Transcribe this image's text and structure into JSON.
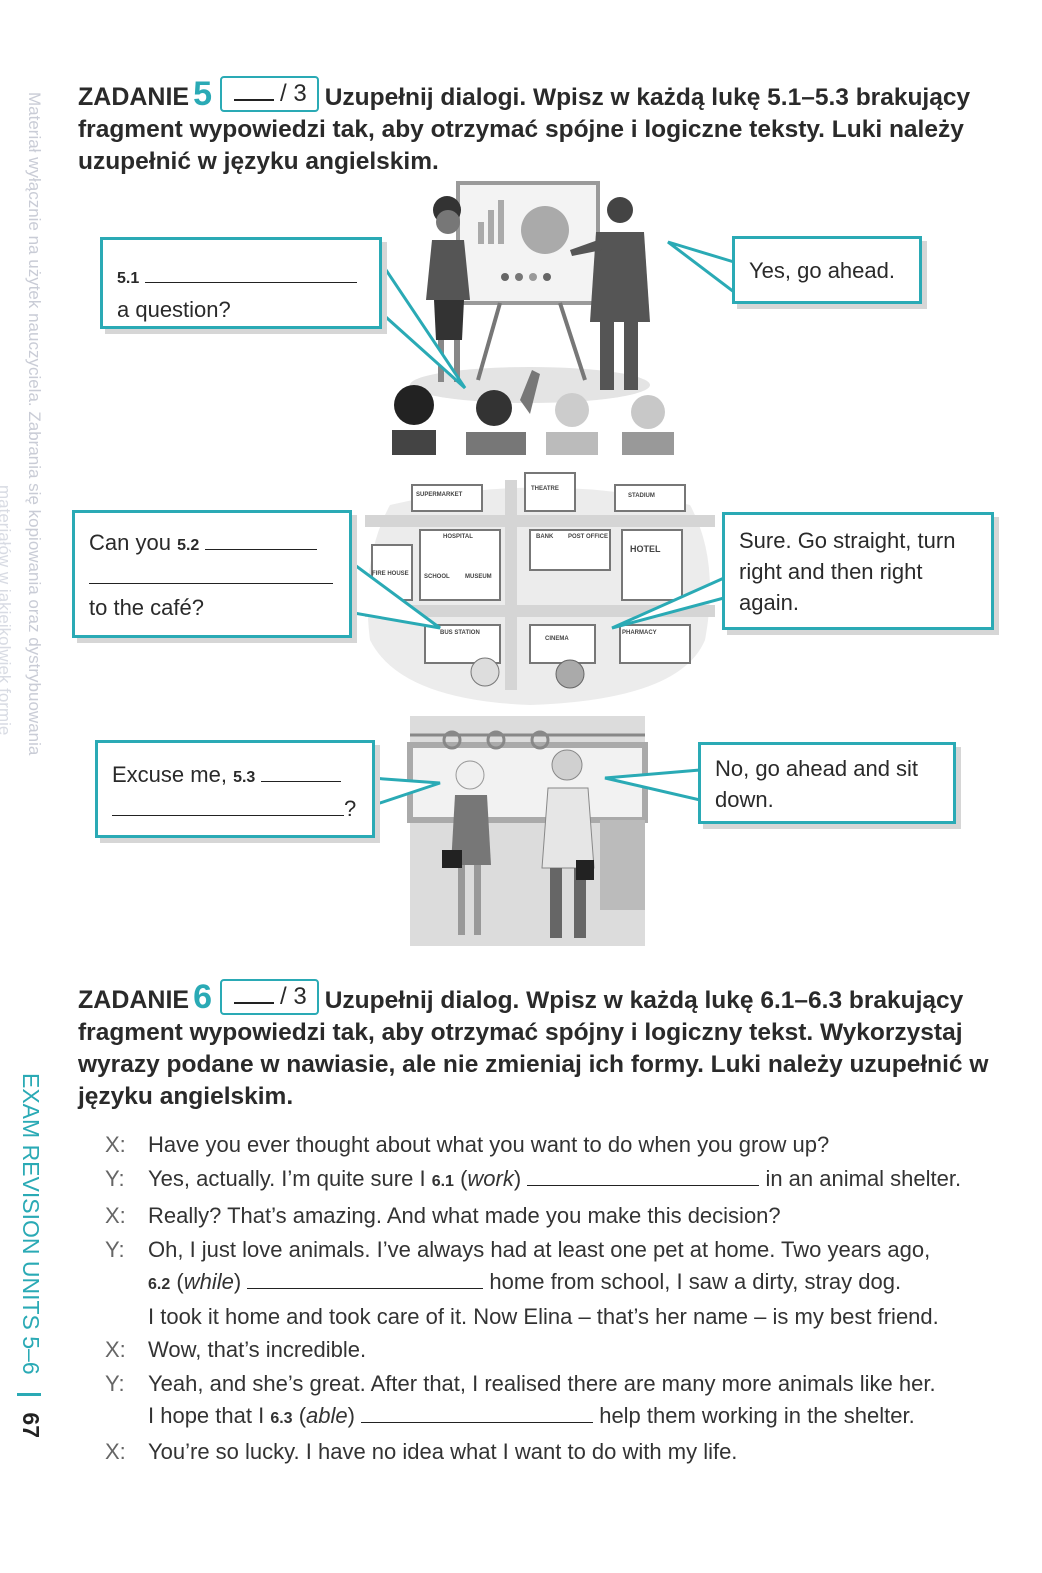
{
  "watermark": {
    "line1": "Materiał wyłącznie na użytek nauczyciela. Zabrania się kopiowania oraz dystrybuowania",
    "line2": "materiałów w jakiejkolwiek formie"
  },
  "sidebar": {
    "section": "EXAM REVISION UNITS 5–6",
    "page_number": "67"
  },
  "task5": {
    "label": "ZADANIE",
    "number": "5",
    "score_max": "/ 3",
    "instruction": "Uzupełnij dialogi. Wpisz w każdą lukę 5.1–5.3 brakujący fragment wypowiedzi tak, aby otrzymać spójne i logiczne teksty. Luki należy uzupełnić w języku angielskim.",
    "bubbles": {
      "b51_num": "5.1",
      "b51_text": "a question?",
      "b51_reply": "Yes, go ahead.",
      "b52_pre": "Can you",
      "b52_num": "5.2",
      "b52_post": "to the café?",
      "b52_reply": "Sure. Go straight, turn right and then right again.",
      "b53_pre": "Excuse me,",
      "b53_num": "5.3",
      "b53_post": "?",
      "b53_reply": "No, go ahead and sit down."
    },
    "map_labels": [
      "SUPERMARKET",
      "THEATRE",
      "STADIUM",
      "HOSPITAL",
      "BANK",
      "POST OFFICE",
      "HOTEL",
      "SCHOOL",
      "MUSEUM",
      "FIRE HOUSE",
      "BUS STATION",
      "CINEMA",
      "PHARMACY"
    ]
  },
  "task6": {
    "label": "ZADANIE",
    "number": "6",
    "score_max": "/ 3",
    "instruction": "Uzupełnij dialog. Wpisz w każdą lukę 6.1–6.3 brakujący fragment wypowiedzi tak, aby otrzymać spójny i logiczny tekst. Wykorzystaj wyrazy podane w nawiasie, ale nie zmieniaj ich formy. Luki należy uzupełnić w języku angielskim.",
    "lines": [
      {
        "speaker": "X:",
        "text": "Have you ever thought about what you want to do when you grow up?"
      },
      {
        "speaker": "Y:",
        "pre": "Yes, actually. I’m quite sure I",
        "num": "6.1",
        "hint": "work",
        "post": "in an animal shelter."
      },
      {
        "speaker": "X:",
        "text": "Really? That’s amazing. And what made you make this decision?"
      },
      {
        "speaker": "Y:",
        "text": "Oh, I just love animals. I’ve always had at least one pet at home. Two years ago,",
        "num": "6.2",
        "hint": "while",
        "post": "home from school, I saw a dirty, stray dog.",
        "text2": "I took it home and took care of it. Now Elina – that’s her name – is my best friend."
      },
      {
        "speaker": "X:",
        "text": "Wow, that’s incredible."
      },
      {
        "speaker": "Y:",
        "text": "Yeah, and she’s great. After that, I realised there are many more animals like her.",
        "pre": "I hope that I",
        "num": "6.3",
        "hint": "able",
        "post": "help them working in the shelter."
      },
      {
        "speaker": "X:",
        "text": "You’re so lucky. I have no idea what I want to do with my life."
      }
    ]
  },
  "colors": {
    "accent": "#2aaab5",
    "text": "#222222",
    "illustration": "#9a9a9a"
  }
}
